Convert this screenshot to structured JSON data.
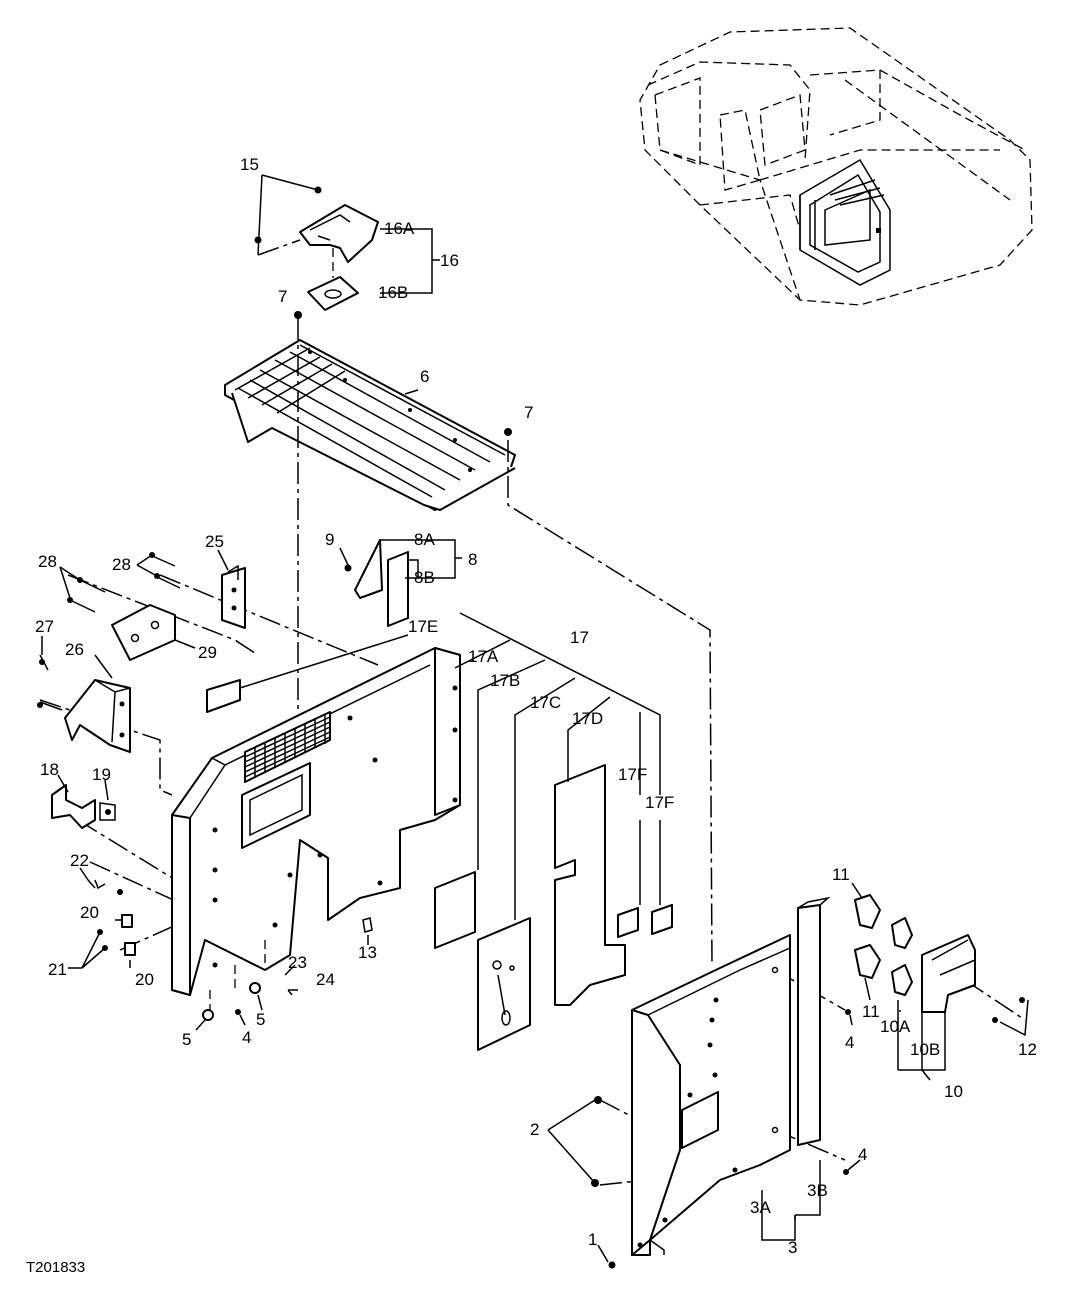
{
  "figure_code": "T201833",
  "callouts": {
    "c1": "1",
    "c2": "2",
    "c3": "3",
    "c3a": "3A",
    "c3b": "3B",
    "c4a": "4",
    "c4b": "4",
    "c4c": "4",
    "c5a": "5",
    "c5b": "5",
    "c6": "6",
    "c7a": "7",
    "c7b": "7",
    "c8": "8",
    "c8a": "8A",
    "c8b": "8B",
    "c9": "9",
    "c10": "10",
    "c10a": "10A",
    "c10b": "10B",
    "c11a": "11",
    "c11b": "11",
    "c12": "12",
    "c13": "13",
    "c15": "15",
    "c16": "16",
    "c16a": "16A",
    "c16b": "16B",
    "c17": "17",
    "c17a": "17A",
    "c17b": "17B",
    "c17c": "17C",
    "c17d": "17D",
    "c17e": "17E",
    "c17f1": "17F",
    "c17f2": "17F",
    "c18": "18",
    "c19": "19",
    "c20a": "20",
    "c20b": "20",
    "c21": "21",
    "c22": "22",
    "c23": "23",
    "c24": "24",
    "c25": "25",
    "c26": "26",
    "c27": "27",
    "c28a": "28",
    "c28b": "28",
    "c29": "29"
  }
}
